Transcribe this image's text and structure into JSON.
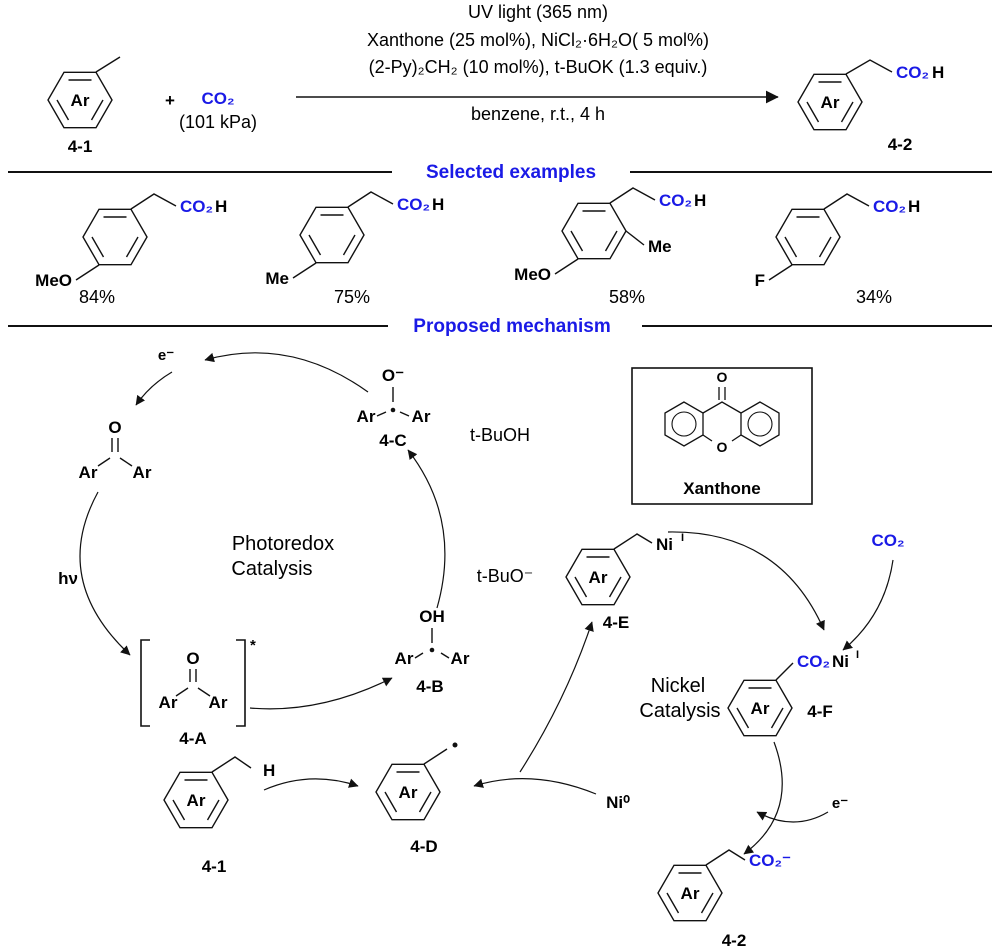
{
  "colors": {
    "accent_blue": "#1a1ae6",
    "ink": "#111111"
  },
  "reaction": {
    "ar": "Ar",
    "reactant_label": "4-1",
    "plus": "+",
    "co2": "CO₂",
    "co2_pressure": "(101 kPa)",
    "conditions_above": [
      "UV light (365 nm)",
      "Xanthone (25 mol%), NiCl₂·6H₂O( 5 mol%)",
      "(2-Py)₂CH₂ (10 mol%), t-BuOK (1.3 equiv.)"
    ],
    "conditions_below": "benzene, r.t., 4 h",
    "product_co2": "CO₂",
    "product_h": "H",
    "product_label": "4-2"
  },
  "dividers": {
    "examples": "Selected examples",
    "mechanism": "Proposed mechanism"
  },
  "examples": [
    {
      "sub": "MeO",
      "co2": "CO₂",
      "h": "H",
      "yield": "84%"
    },
    {
      "sub": "Me",
      "co2": "CO₂",
      "h": "H",
      "yield": "75%"
    },
    {
      "sub": "MeO",
      "sub2": "Me",
      "co2": "CO₂",
      "h": "H",
      "yield": "58%"
    },
    {
      "sub": "F",
      "co2": "CO₂",
      "h": "H",
      "yield": "34%"
    }
  ],
  "mechanism": {
    "ar": "Ar",
    "o": "O",
    "o_minus": "O⁻",
    "oh": "OH",
    "h": "H",
    "star": "*",
    "hv": "hν",
    "e_top": "e⁻",
    "e_right": "e⁻",
    "photoredox": [
      "Photoredox",
      "Catalysis"
    ],
    "nickel": [
      "Nickel",
      "Catalysis"
    ],
    "tbuoh": "t-BuOH",
    "tbuo_minus": "t-BuO⁻",
    "ni": "Ni",
    "ni_sup": "I",
    "ni0": "Ni⁰",
    "co2": "CO₂",
    "co2_anion": "CO₂⁻",
    "xanthone": {
      "o": "O",
      "label": "Xanthone"
    },
    "labels": {
      "a": "4-A",
      "b": "4-B",
      "c": "4-C",
      "d": "4-D",
      "e": "4-E",
      "f": "4-F",
      "substrate": "4-1",
      "product": "4-2"
    }
  }
}
